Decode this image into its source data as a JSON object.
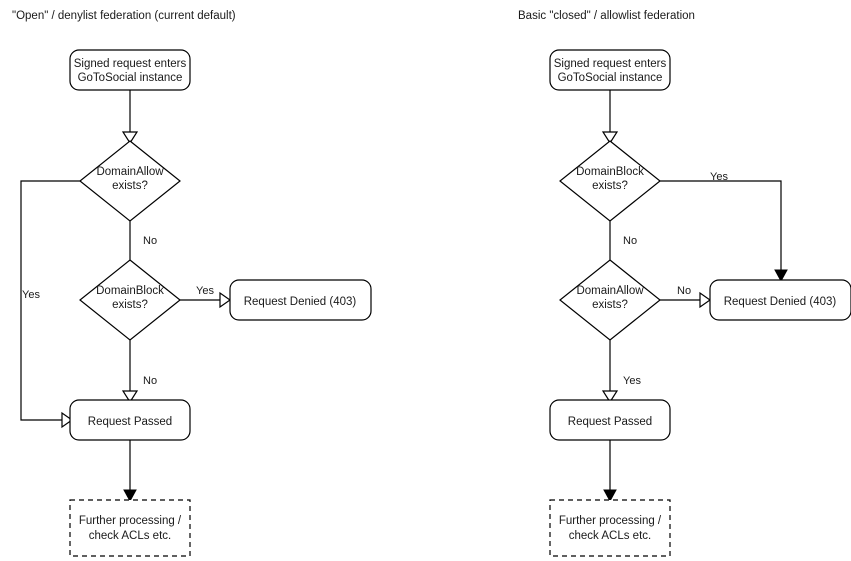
{
  "diagram": {
    "type": "flowchart",
    "background_color": "#ffffff",
    "stroke_color": "#000000",
    "text_color": "#1a1a1a"
  },
  "panels": [
    {
      "id": "open-denylist",
      "title": "\"Open\" / denylist federation (current default)",
      "nodes": [
        {
          "id": "entry",
          "shape": "rounded-rect",
          "lines": [
            "Signed request enters",
            "GoToSocial instance"
          ]
        },
        {
          "id": "domain-allow",
          "shape": "diamond",
          "lines": [
            "DomainAllow",
            "exists?"
          ]
        },
        {
          "id": "domain-block",
          "shape": "diamond",
          "lines": [
            "DomainBlock",
            "exists?"
          ]
        },
        {
          "id": "request-denied",
          "shape": "rounded-rect",
          "lines": [
            "Request Denied (403)"
          ]
        },
        {
          "id": "request-passed",
          "shape": "rounded-rect",
          "lines": [
            "Request Passed"
          ]
        },
        {
          "id": "further-processing",
          "shape": "dashed-rect",
          "lines": [
            "Further processing /",
            "check ACLs etc."
          ]
        }
      ],
      "edges": [
        {
          "from": "entry",
          "to": "domain-allow",
          "label": ""
        },
        {
          "from": "domain-allow",
          "to": "request-passed",
          "label": "Yes"
        },
        {
          "from": "domain-allow",
          "to": "domain-block",
          "label": "No"
        },
        {
          "from": "domain-block",
          "to": "request-denied",
          "label": "Yes"
        },
        {
          "from": "domain-block",
          "to": "request-passed",
          "label": "No"
        },
        {
          "from": "request-passed",
          "to": "further-processing",
          "label": ""
        }
      ]
    },
    {
      "id": "closed-allowlist",
      "title": "Basic \"closed\" / allowlist federation",
      "nodes": [
        {
          "id": "entry",
          "shape": "rounded-rect",
          "lines": [
            "Signed request enters",
            "GoToSocial instance"
          ]
        },
        {
          "id": "domain-block",
          "shape": "diamond",
          "lines": [
            "DomainBlock",
            "exists?"
          ]
        },
        {
          "id": "domain-allow",
          "shape": "diamond",
          "lines": [
            "DomainAllow",
            "exists?"
          ]
        },
        {
          "id": "request-denied",
          "shape": "rounded-rect",
          "lines": [
            "Request Denied (403)"
          ]
        },
        {
          "id": "request-passed",
          "shape": "rounded-rect",
          "lines": [
            "Request Passed"
          ]
        },
        {
          "id": "further-processing",
          "shape": "dashed-rect",
          "lines": [
            "Further processing /",
            "check ACLs etc."
          ]
        }
      ],
      "edges": [
        {
          "from": "entry",
          "to": "domain-block",
          "label": ""
        },
        {
          "from": "domain-block",
          "to": "request-denied",
          "label": "Yes"
        },
        {
          "from": "domain-block",
          "to": "domain-allow",
          "label": "No"
        },
        {
          "from": "domain-allow",
          "to": "request-denied",
          "label": "No"
        },
        {
          "from": "domain-allow",
          "to": "request-passed",
          "label": "Yes"
        },
        {
          "from": "request-passed",
          "to": "further-processing",
          "label": ""
        }
      ]
    }
  ],
  "labels": {
    "left": {
      "title": "\"Open\" / denylist federation (current default)",
      "entry_line1": "Signed request enters",
      "entry_line2": "GoToSocial instance",
      "d1_line1": "DomainAllow",
      "d1_line2": "exists?",
      "d2_line1": "DomainBlock",
      "d2_line2": "exists?",
      "denied": "Request Denied (403)",
      "passed": "Request Passed",
      "further_line1": "Further processing /",
      "further_line2": "check ACLs etc.",
      "edge_yes_loop": "Yes",
      "edge_no_1": "No",
      "edge_yes_denied": "Yes",
      "edge_no_2": "No"
    },
    "right": {
      "title": "Basic \"closed\" / allowlist federation",
      "entry_line1": "Signed request enters",
      "entry_line2": "GoToSocial instance",
      "d1_line1": "DomainBlock",
      "d1_line2": "exists?",
      "d2_line1": "DomainAllow",
      "d2_line2": "exists?",
      "denied": "Request Denied (403)",
      "passed": "Request Passed",
      "further_line1": "Further processing /",
      "further_line2": "check ACLs etc.",
      "edge_yes_denied": "Yes",
      "edge_no_1": "No",
      "edge_no_2": "No",
      "edge_yes_passed": "Yes"
    }
  }
}
